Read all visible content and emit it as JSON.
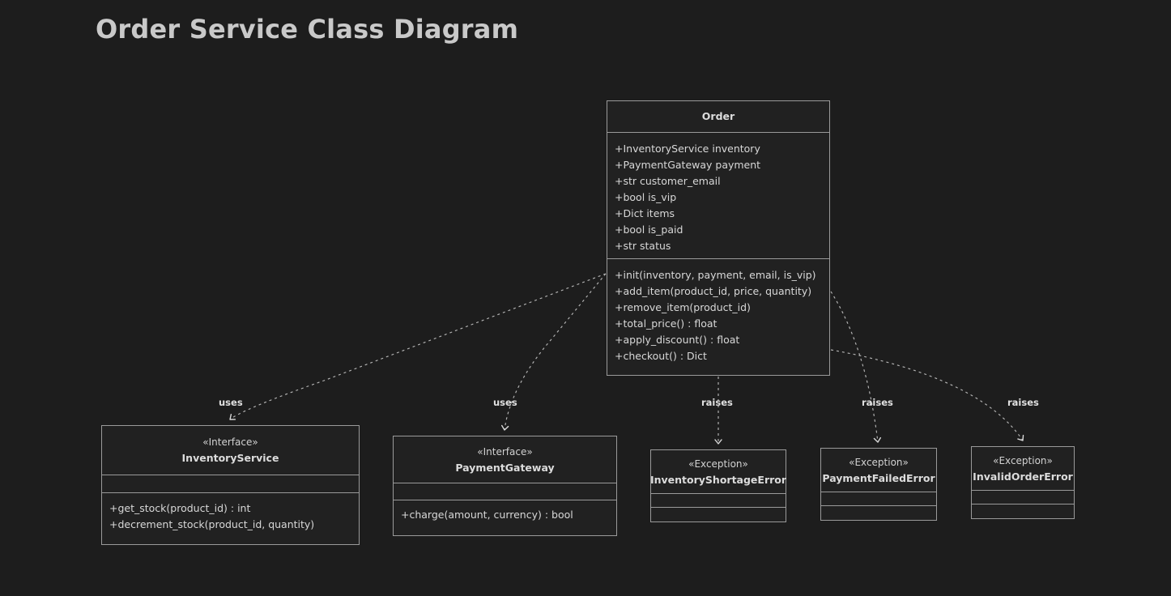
{
  "page": {
    "title": "Order Service Class Diagram",
    "background_color": "#1d1d1d",
    "border_color": "#9a9a9a",
    "text_color": "#d8d8d8"
  },
  "diagram": {
    "type": "uml-class-diagram",
    "nodes": [
      {
        "id": "order",
        "name": "Order",
        "stereotype": "",
        "attributes": [
          "+InventoryService inventory",
          "+PaymentGateway payment",
          "+str customer_email",
          "+bool is_vip",
          "+Dict items",
          "+bool is_paid",
          "+str status"
        ],
        "methods": [
          "+init(inventory, payment, email, is_vip)",
          "+add_item(product_id, price, quantity)",
          "+remove_item(product_id)",
          "+total_price() : float",
          "+apply_discount() : float",
          "+checkout() : Dict"
        ]
      },
      {
        "id": "inventoryservice",
        "name": "InventoryService",
        "stereotype": "«Interface»",
        "attributes": [],
        "methods": [
          "+get_stock(product_id) : int",
          "+decrement_stock(product_id, quantity)"
        ]
      },
      {
        "id": "paymentgateway",
        "name": "PaymentGateway",
        "stereotype": "«Interface»",
        "attributes": [],
        "methods": [
          "+charge(amount, currency) : bool"
        ]
      },
      {
        "id": "inventoryshortageerror",
        "name": "InventoryShortageError",
        "stereotype": "«Exception»",
        "attributes": [],
        "methods": []
      },
      {
        "id": "paymentfailederror",
        "name": "PaymentFailedError",
        "stereotype": "«Exception»",
        "attributes": [],
        "methods": []
      },
      {
        "id": "invalidordererror",
        "name": "InvalidOrderError",
        "stereotype": "«Exception»",
        "attributes": [],
        "methods": []
      }
    ],
    "edges": [
      {
        "id": "e1",
        "from": "order",
        "to": "inventoryservice",
        "label": "uses",
        "style": "dashed",
        "arrow": "open"
      },
      {
        "id": "e2",
        "from": "order",
        "to": "paymentgateway",
        "label": "uses",
        "style": "dashed",
        "arrow": "open"
      },
      {
        "id": "e3",
        "from": "order",
        "to": "inventoryshortageerror",
        "label": "raises",
        "style": "dashed",
        "arrow": "open"
      },
      {
        "id": "e4",
        "from": "order",
        "to": "paymentfailederror",
        "label": "raises",
        "style": "dashed",
        "arrow": "open"
      },
      {
        "id": "e5",
        "from": "order",
        "to": "invalidordererror",
        "label": "raises",
        "style": "dashed",
        "arrow": "open"
      }
    ]
  }
}
